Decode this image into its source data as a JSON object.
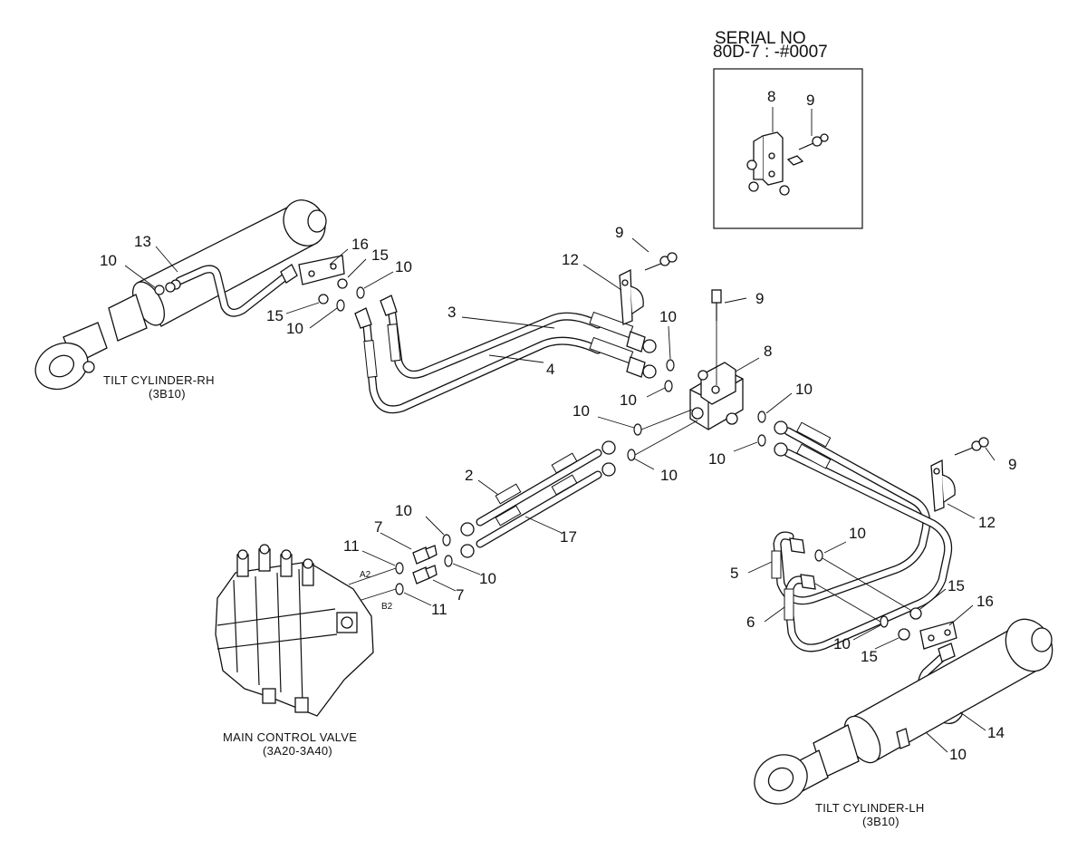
{
  "serial_box": {
    "title": "SERIAL NO",
    "range": "80D-7 : -#0007"
  },
  "labels": {
    "tilt_rh": "TILT CYLINDER-RH",
    "tilt_rh_ref": "(3B10)",
    "tilt_lh": "TILT CYLINDER-LH",
    "tilt_lh_ref": "(3B10)",
    "mcv": "MAIN CONTROL VALVE",
    "mcv_ref": "(3A20-3A40)",
    "port_a2": "A2",
    "port_b2": "B2"
  },
  "callouts": [
    {
      "id": "c-8-inset",
      "text": "8"
    },
    {
      "id": "c-9-inset",
      "text": "9"
    },
    {
      "id": "c-13",
      "text": "13"
    },
    {
      "id": "c-10-rh-a",
      "text": "10"
    },
    {
      "id": "c-16-rh",
      "text": "16"
    },
    {
      "id": "c-15-rh-a",
      "text": "15"
    },
    {
      "id": "c-10-rh-b",
      "text": "10"
    },
    {
      "id": "c-15-rh-b",
      "text": "15"
    },
    {
      "id": "c-10-rh-c",
      "text": "10"
    },
    {
      "id": "c-9-top",
      "text": "9"
    },
    {
      "id": "c-12-top",
      "text": "12"
    },
    {
      "id": "c-3",
      "text": "3"
    },
    {
      "id": "c-4",
      "text": "4"
    },
    {
      "id": "c-9-block",
      "text": "9"
    },
    {
      "id": "c-10-block-a",
      "text": "10"
    },
    {
      "id": "c-8-block",
      "text": "8"
    },
    {
      "id": "c-10-block-b",
      "text": "10"
    },
    {
      "id": "c-10-block-c",
      "text": "10"
    },
    {
      "id": "c-10-block-d",
      "text": "10"
    },
    {
      "id": "c-10-block-e",
      "text": "10"
    },
    {
      "id": "c-10-block-f",
      "text": "10"
    },
    {
      "id": "c-9-right",
      "text": "9"
    },
    {
      "id": "c-12-right",
      "text": "12"
    },
    {
      "id": "c-2",
      "text": "2"
    },
    {
      "id": "c-17",
      "text": "17"
    },
    {
      "id": "c-10-mid-a",
      "text": "10"
    },
    {
      "id": "c-10-mid-b",
      "text": "10"
    },
    {
      "id": "c-7-a",
      "text": "7"
    },
    {
      "id": "c-7-b",
      "text": "7"
    },
    {
      "id": "c-11-a",
      "text": "11"
    },
    {
      "id": "c-11-b",
      "text": "11"
    },
    {
      "id": "c-10-lh-a",
      "text": "10"
    },
    {
      "id": "c-5",
      "text": "5"
    },
    {
      "id": "c-6",
      "text": "6"
    },
    {
      "id": "c-15-lh-a",
      "text": "15"
    },
    {
      "id": "c-16-lh",
      "text": "16"
    },
    {
      "id": "c-10-lh-b",
      "text": "10"
    },
    {
      "id": "c-15-lh-b",
      "text": "15"
    },
    {
      "id": "c-14",
      "text": "14"
    },
    {
      "id": "c-10-lh-c",
      "text": "10"
    }
  ]
}
